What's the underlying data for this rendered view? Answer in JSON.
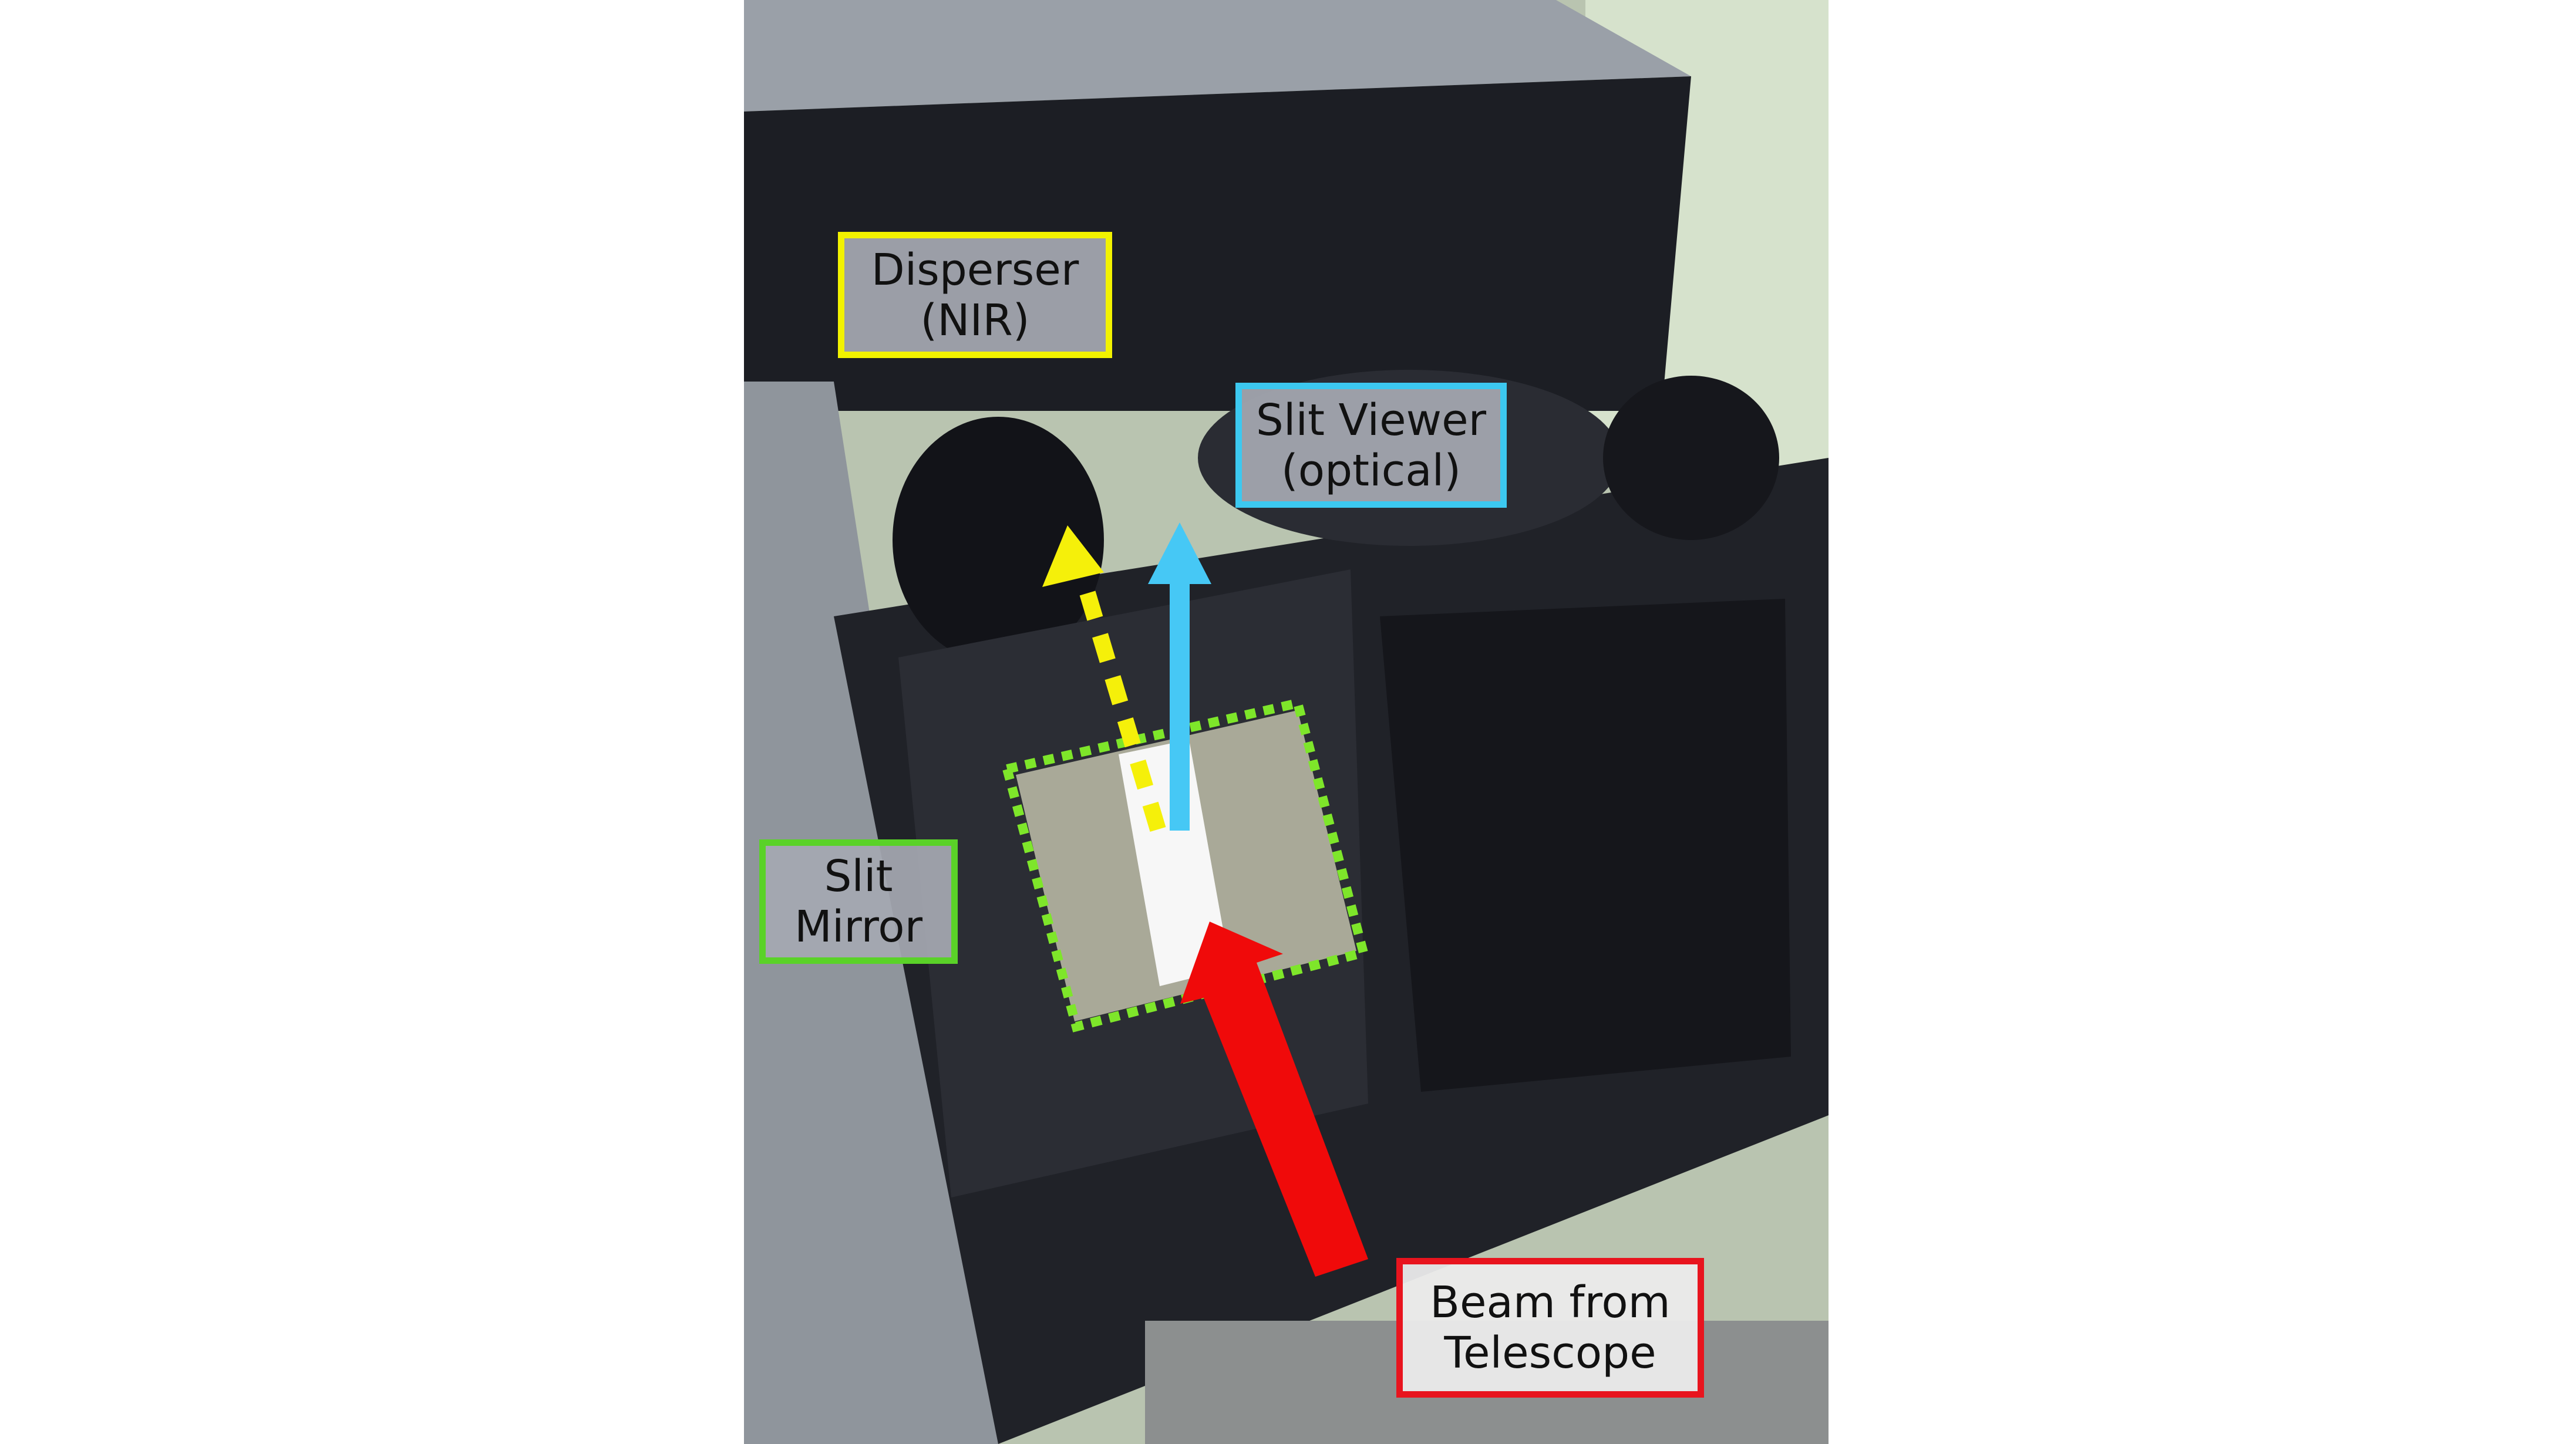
{
  "labels": {
    "disperser": {
      "line1": "Disperser",
      "line2": "(NIR)",
      "color": "#f2f200"
    },
    "slit_viewer": {
      "line1": "Slit Viewer",
      "line2": "(optical)",
      "color": "#3cc8f0"
    },
    "slit_mirror": {
      "line1": "Slit",
      "line2": "Mirror",
      "color": "#5ad228"
    },
    "beam": {
      "line1": "Beam from",
      "line2": "Telescope",
      "color": "#e8141e"
    }
  },
  "colors": {
    "background": "#ffffff",
    "instrument_body": "#1a1c22",
    "arrow_beam": "#f00a0a",
    "arrow_viewer": "#46c8f5",
    "arrow_disperser": "#f5f00a",
    "mirror_outline": "#7ee62a"
  }
}
